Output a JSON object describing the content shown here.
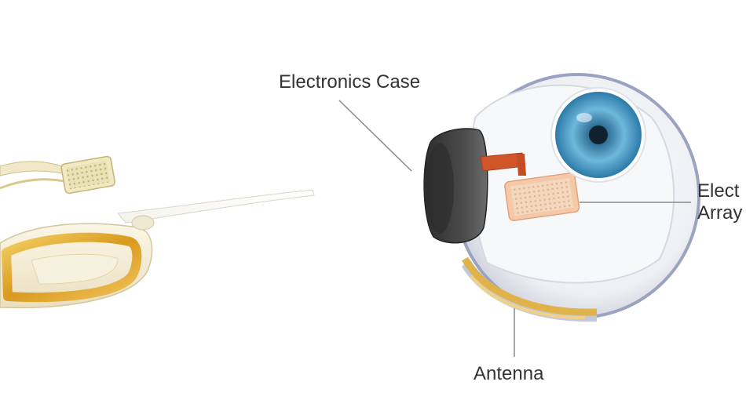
{
  "labels": {
    "electronics_case": "Electronics Case",
    "antenna": "Antenna",
    "electrode_array": "Elect\nArray"
  },
  "colors": {
    "background": "#ffffff",
    "label_text": "#333333",
    "leader_line": "#8a8a8a",
    "case_dark": "#3a3a3a",
    "iris_blue": "#5aa7cf",
    "electrode_peach": "#f5c9a8",
    "cable_orange": "#d0562a",
    "antenna_gold": "#e0b24a",
    "sclera_band": "#b9bfd6"
  },
  "icons": {
    "implant_device": "retinal-implant-photo",
    "eye_cross_section": "eye-cutaway-illustration"
  }
}
